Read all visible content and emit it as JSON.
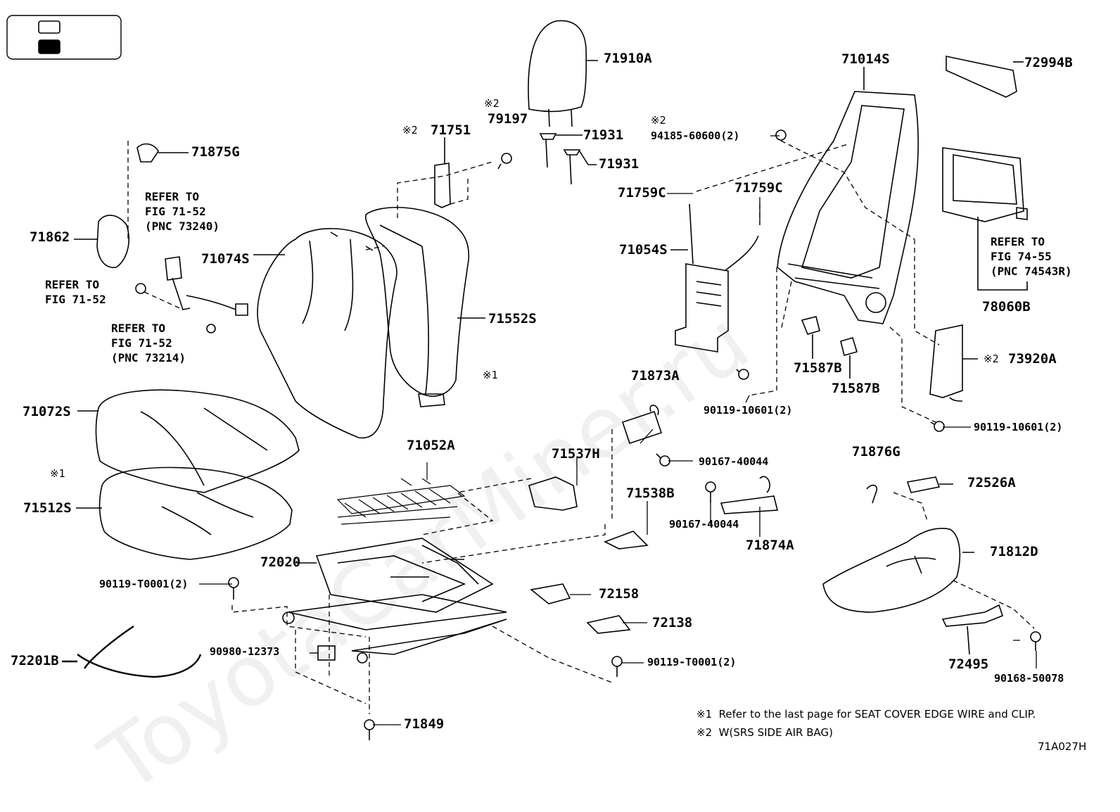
{
  "watermark": "ToyotaCarMiner.ru",
  "parts": [
    {
      "id": "71910A"
    },
    {
      "id": "79197"
    },
    {
      "id": "71751"
    },
    {
      "id": "71931a",
      "text": "71931"
    },
    {
      "id": "71931b",
      "text": "71931"
    },
    {
      "id": "71875G"
    },
    {
      "id": "71862"
    },
    {
      "id": "71074S"
    },
    {
      "id": "71552S"
    },
    {
      "id": "71072S"
    },
    {
      "id": "71512S"
    },
    {
      "id": "71052A"
    },
    {
      "id": "71537H"
    },
    {
      "id": "71873A"
    },
    {
      "id": "71538B"
    },
    {
      "id": "71874A"
    },
    {
      "id": "72020"
    },
    {
      "id": "72158"
    },
    {
      "id": "72138"
    },
    {
      "id": "72201B"
    },
    {
      "id": "71849"
    },
    {
      "id": "71014S"
    },
    {
      "id": "72994B"
    },
    {
      "id": "71759Ca",
      "text": "71759C"
    },
    {
      "id": "71759Cb",
      "text": "71759C"
    },
    {
      "id": "71054S"
    },
    {
      "id": "71587Ba",
      "text": "71587B"
    },
    {
      "id": "71587Bb",
      "text": "71587B"
    },
    {
      "id": "78060B"
    },
    {
      "id": "73920A"
    },
    {
      "id": "71876G"
    },
    {
      "id": "72526A"
    },
    {
      "id": "71812D"
    },
    {
      "id": "72495"
    }
  ],
  "small_parts": [
    {
      "text": "94185-60600(2)"
    },
    {
      "text": "90119-10601(2)"
    },
    {
      "text": "90119-10601(2)"
    },
    {
      "text": "90167-40044"
    },
    {
      "text": "90167-40044"
    },
    {
      "text": "90119-T0001(2)"
    },
    {
      "text": "90980-12373"
    },
    {
      "text": "90119-T0001(2)"
    },
    {
      "text": "90168-50078"
    }
  ],
  "refs": [
    {
      "text": "REFER TO\nFIG 71-52\n(PNC 73240)"
    },
    {
      "text": "REFER TO\nFIG 71-52"
    },
    {
      "text": "REFER TO\nFIG 71-52\n(PNC 73214)"
    },
    {
      "text": "REFER TO\nFIG 74-55\n(PNC 74543R)"
    }
  ],
  "marks": {
    "m1": "※1",
    "m2": "※2"
  },
  "notes": [
    {
      "mark": "※1",
      "text": "Refer to the last page for SEAT COVER EDGE WIRE and CLIP."
    },
    {
      "mark": "※2",
      "text": "W(SRS SIDE AIR BAG)"
    }
  ],
  "figure_code": "71A027H"
}
